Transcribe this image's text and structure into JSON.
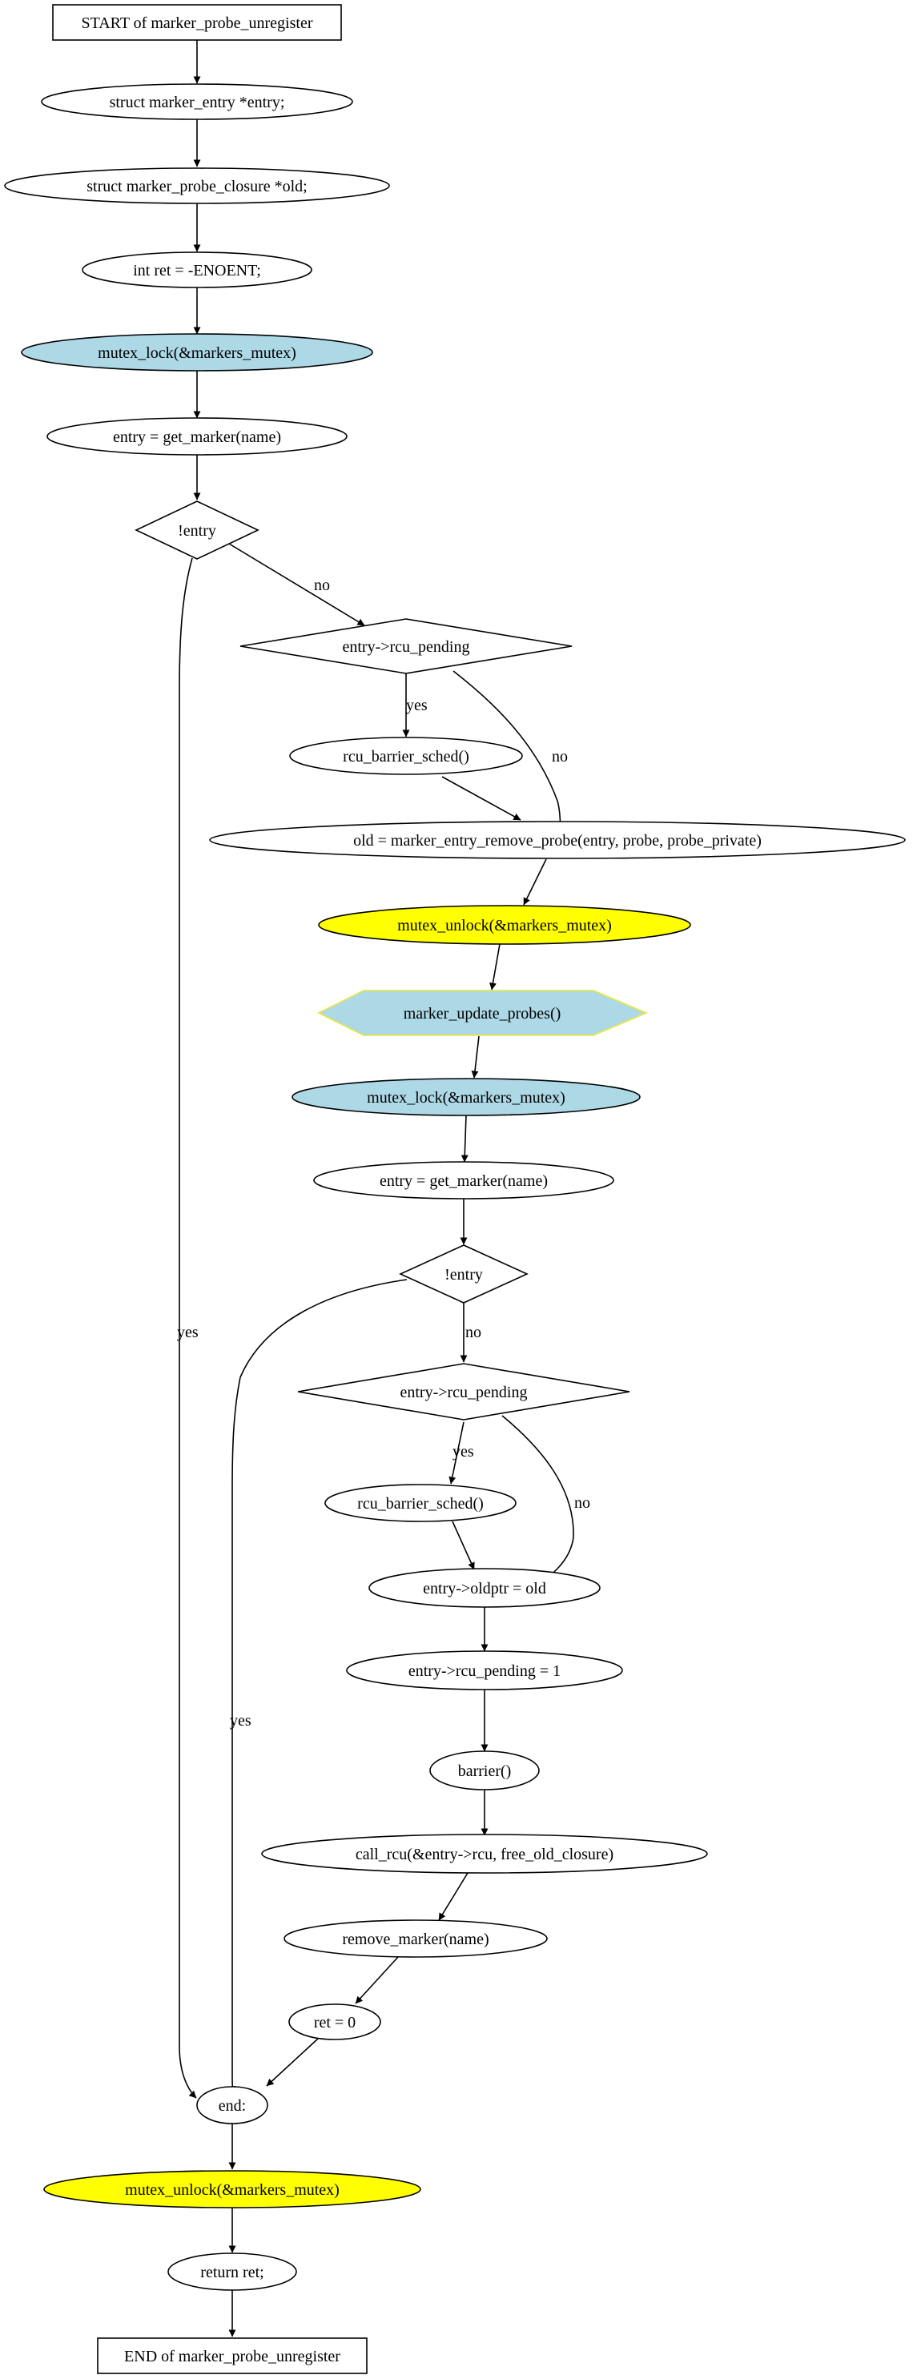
{
  "colors": {
    "default_fill": "#ffffff",
    "lock_fill": "#add8e6",
    "unlock_fill": "#ffff00",
    "hexagon_stroke": "#e8e84a",
    "stroke": "#000000"
  },
  "nodes": {
    "start": {
      "label": "START of marker_probe_unregister"
    },
    "decl_entry": {
      "label": "struct marker_entry *entry;"
    },
    "decl_old": {
      "label": "struct marker_probe_closure *old;"
    },
    "decl_ret": {
      "label": "int ret = -ENOENT;"
    },
    "lock1": {
      "label": "mutex_lock(&markers_mutex)"
    },
    "get1": {
      "label": "entry = get_marker(name)"
    },
    "check1": {
      "label": "!entry"
    },
    "pending1": {
      "label": "entry->rcu_pending"
    },
    "barrier_sched1": {
      "label": "rcu_barrier_sched()"
    },
    "remove_probe": {
      "label": "old = marker_entry_remove_probe(entry, probe, probe_private)"
    },
    "unlock1": {
      "label": "mutex_unlock(&markers_mutex)"
    },
    "update_probes": {
      "label": "marker_update_probes()"
    },
    "lock2": {
      "label": "mutex_lock(&markers_mutex)"
    },
    "get2": {
      "label": "entry = get_marker(name)"
    },
    "check2": {
      "label": "!entry"
    },
    "pending2": {
      "label": "entry->rcu_pending"
    },
    "barrier_sched2": {
      "label": "rcu_barrier_sched()"
    },
    "oldptr": {
      "label": "entry->oldptr = old"
    },
    "set_pending": {
      "label": "entry->rcu_pending = 1"
    },
    "barrier": {
      "label": "barrier()"
    },
    "call_rcu": {
      "label": "call_rcu(&entry->rcu, free_old_closure)"
    },
    "remove_marker": {
      "label": "remove_marker(name)"
    },
    "ret0": {
      "label": "ret = 0"
    },
    "end_label": {
      "label": "end:"
    },
    "unlock_end": {
      "label": "mutex_unlock(&markers_mutex)"
    },
    "return_ret": {
      "label": "return ret;"
    },
    "end": {
      "label": "END of marker_probe_unregister"
    }
  },
  "edge_labels": {
    "check1_no": "no",
    "check1_yes": "yes",
    "pending1_yes": "yes",
    "pending1_no": "no",
    "check2_no": "no",
    "check2_yes": "yes",
    "pending2_yes": "yes",
    "pending2_no": "no"
  }
}
